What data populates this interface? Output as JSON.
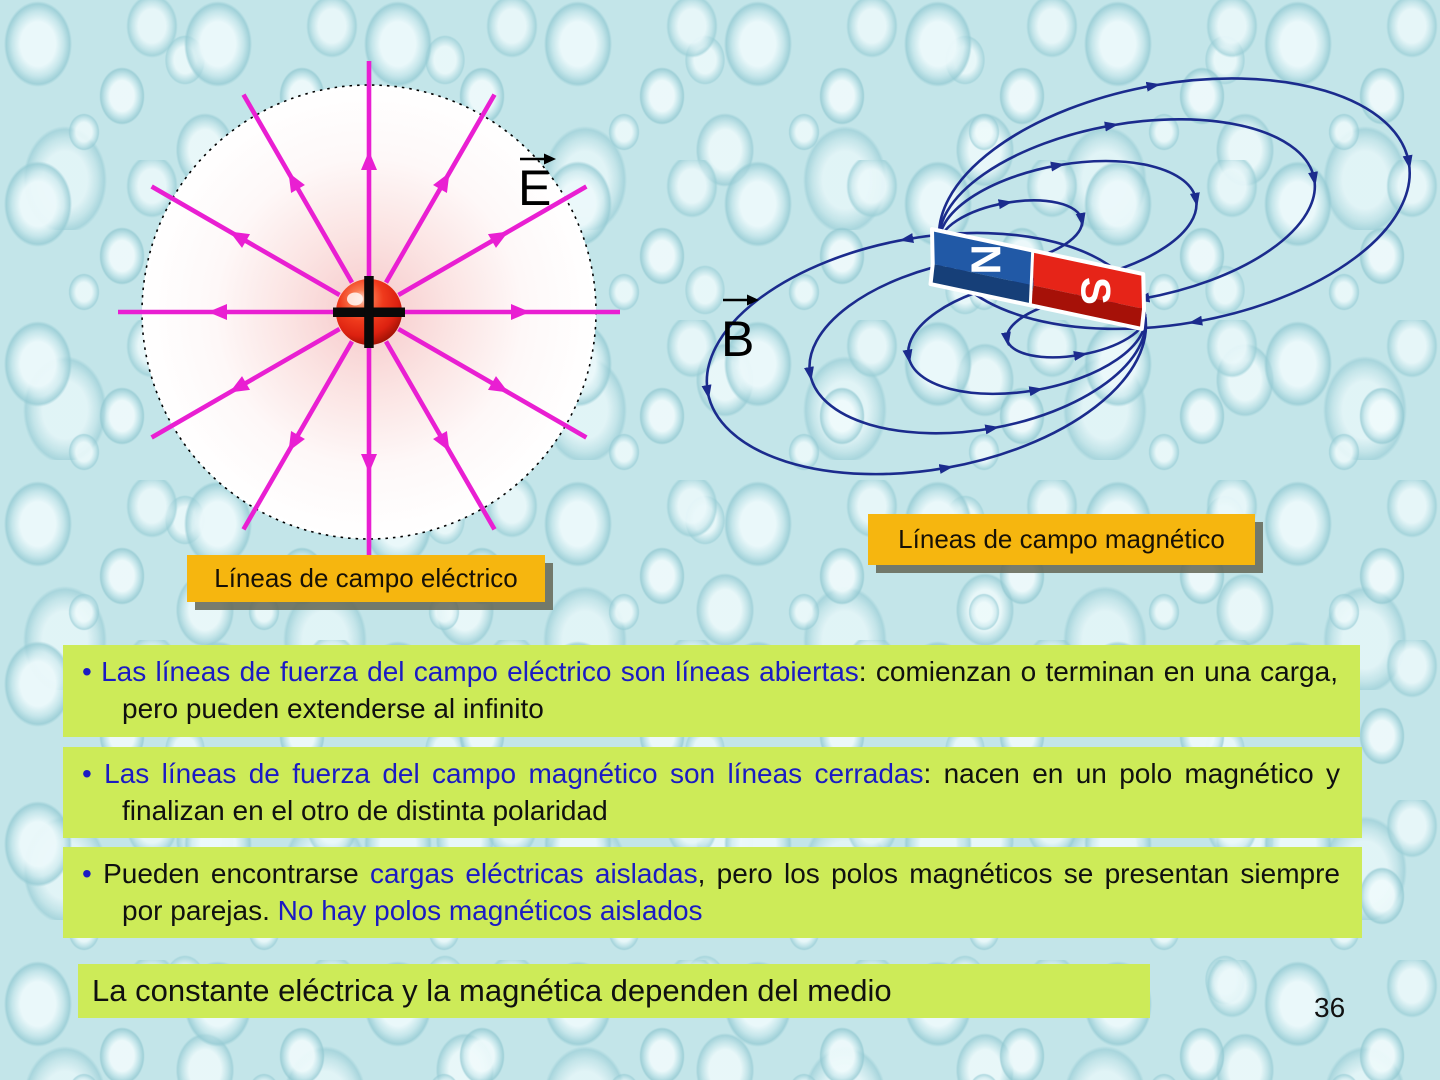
{
  "page": {
    "number": "36"
  },
  "electric": {
    "field_label": "E",
    "charge_sign": "+",
    "caption": "Líneas de campo eléctrico"
  },
  "magnetic": {
    "field_label": "B",
    "north": "N",
    "south": "S",
    "caption": "Líneas de campo magnético"
  },
  "bullets": [
    {
      "marker": "•",
      "segments": [
        {
          "t": "Las líneas de fuerza del campo eléctrico son líneas abiertas",
          "c": "blue"
        },
        {
          "t": ": comienzan o terminan en una carga, pero pueden extenderse al infinito",
          "c": "black"
        }
      ]
    },
    {
      "marker": "•",
      "segments": [
        {
          "t": "Las líneas de fuerza del campo magnético son líneas cerradas",
          "c": "blue"
        },
        {
          "t": ": nacen en un polo magnético y finalizan en el otro de distinta polaridad",
          "c": "black"
        }
      ]
    },
    {
      "marker": "•",
      "segments": [
        {
          "t": "Pueden encontrarse ",
          "c": "black"
        },
        {
          "t": "cargas eléctricas aisladas",
          "c": "blue"
        },
        {
          "t": ", pero los polos magnéticos se presentan siempre por parejas. ",
          "c": "black"
        },
        {
          "t": "No hay polos magnéticos aislados",
          "c": "blue"
        }
      ]
    }
  ],
  "footer": {
    "text": "La constante eléctrica y la magnética dependen del medio"
  },
  "colors": {
    "background": "#c3e5e9",
    "box_green": "#cdeb58",
    "caption_orange": "#f6b60f",
    "electric_line_magenta": "#e91fd2",
    "magnetic_line_navy": "#1b2b8d",
    "text_blue": "#1b1bc3",
    "magnet_north_blue": "#2159a6",
    "magnet_south_red": "#e62418"
  }
}
